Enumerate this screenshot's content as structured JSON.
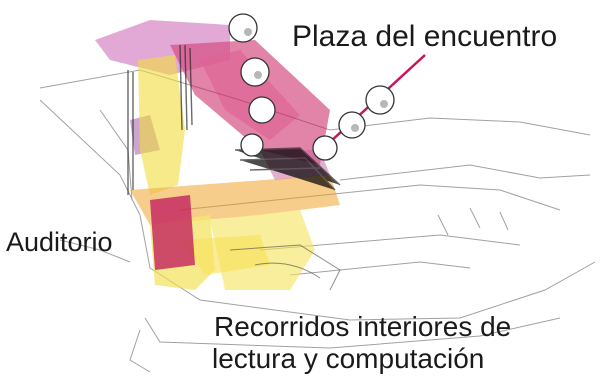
{
  "labels": {
    "plaza": "Plaza del encuentro",
    "auditorio": "Auditorio",
    "recorridos_line1": "Recorridos interiores de",
    "recorridos_line2": "lectura y computación"
  },
  "colors": {
    "magenta": "#c8145a",
    "purple": "#a24a9c",
    "yellow": "#f0dc3c",
    "orange": "#f0a024",
    "ink": "#3a3a3a"
  }
}
